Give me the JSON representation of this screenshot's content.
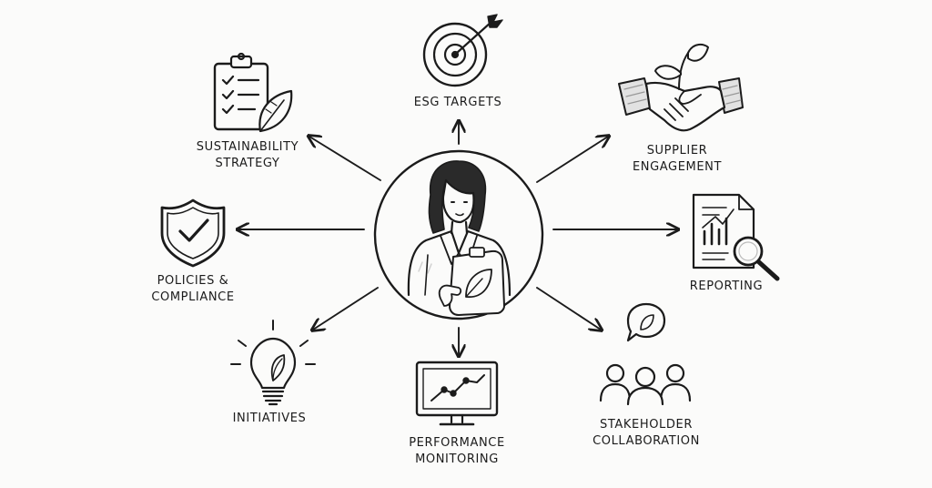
{
  "center": {
    "figure": "person-with-clipboard",
    "clipboard_icon": "leaf-icon"
  },
  "nodes": {
    "esg_targets": {
      "lines": [
        "ESG TARGETS"
      ],
      "icon": "target-icon"
    },
    "sustainability_strategy": {
      "lines": [
        "SUSTAINABILITY",
        "STRATEGY"
      ],
      "icon": "clipboard-checklist-icon"
    },
    "supplier_engagement": {
      "lines": [
        "SUPPLIER",
        "ENGAGEMENT"
      ],
      "icon": "handshake-icon"
    },
    "policies_compliance": {
      "lines": [
        "POLICIES &",
        "COMPLIANCE"
      ],
      "icon": "shield-check-icon"
    },
    "reporting": {
      "lines": [
        "REPORTING"
      ],
      "icon": "report-magnifier-icon"
    },
    "initiatives": {
      "lines": [
        "INITIATIVES"
      ],
      "icon": "lightbulb-leaf-icon"
    },
    "performance_monitoring": {
      "lines": [
        "PERFORMANCE",
        "MONITORING"
      ],
      "icon": "monitor-chart-icon"
    },
    "stakeholder_collaboration": {
      "lines": [
        "STAKEHOLDER",
        "COLLABORATION"
      ],
      "icon": "people-group-icon"
    }
  },
  "colors": {
    "ink": "#1b1b1b",
    "background": "#fbfbfa",
    "shade": "#dcdcdc"
  }
}
